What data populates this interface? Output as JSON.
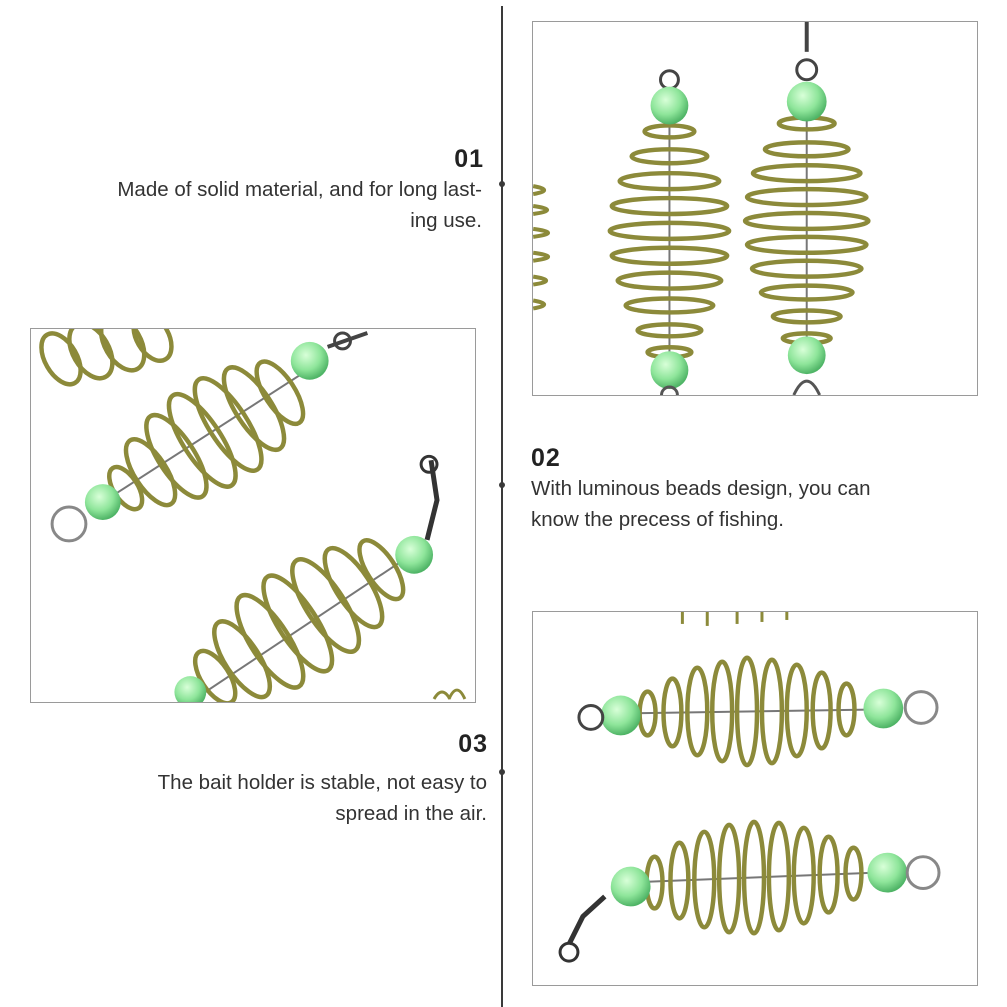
{
  "features": [
    {
      "number": "01",
      "text_line1": "Made of solid material, and for long last-",
      "text_line2": "ing use."
    },
    {
      "number": "02",
      "text_line1": "With luminous beads design, you can",
      "text_line2": "know the precess of fishing."
    },
    {
      "number": "03",
      "text_line1": "The bait holder is stable, not easy to",
      "text_line2": "spread in the air."
    }
  ],
  "colors": {
    "coil": "#8c8a3a",
    "bead": "#8ee59a",
    "line": "#3a3a3a"
  }
}
